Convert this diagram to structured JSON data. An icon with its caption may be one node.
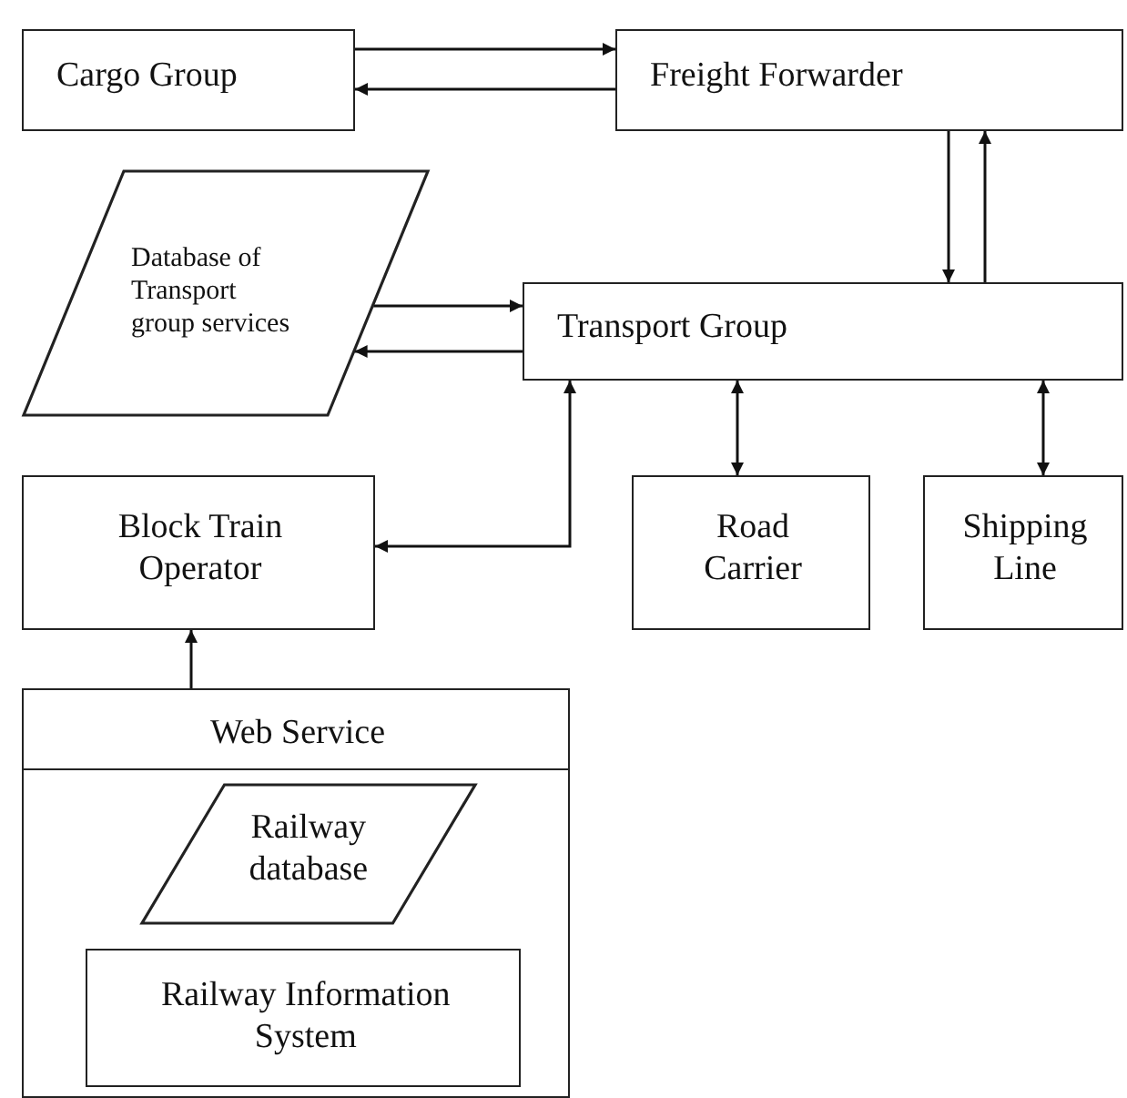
{
  "diagram": {
    "nodes": [
      {
        "text": [
          "Cargo Group"
        ]
      },
      {
        "text": [
          "Freight Forwarder"
        ]
      },
      {
        "text": [
          "Database of Transport group services"
        ]
      },
      {
        "text": [
          "Transport Group"
        ]
      },
      {
        "text": [
          "Block Train Operator"
        ]
      },
      {
        "text": [
          "Road Carrier"
        ]
      },
      {
        "text": [
          "Shipping Line"
        ]
      },
      {
        "text": [
          "Web Service"
        ]
      },
      {
        "text": [
          "Railway database"
        ],
        "in": 7
      },
      {
        "text": [
          "Railway Information System"
        ],
        "in": 7
      }
    ],
    "edges": [
      {
        "from": 0,
        "to": 1,
        "arrow": "to"
      },
      {
        "from": 1,
        "to": 0,
        "arrow": "to"
      },
      {
        "from": 1,
        "to": 3,
        "arrow": "to"
      },
      {
        "from": 3,
        "to": 1,
        "arrow": "to"
      },
      {
        "from": 2,
        "to": 3,
        "arrow": "to"
      },
      {
        "from": 3,
        "to": 2,
        "arrow": "to"
      },
      {
        "from": 3,
        "to": 4,
        "arrow": "both"
      },
      {
        "from": 3,
        "to": 5,
        "arrow": "both"
      },
      {
        "from": 3,
        "to": 6,
        "arrow": "both"
      },
      {
        "from": 7,
        "to": 4,
        "arrow": "to"
      }
    ]
  }
}
